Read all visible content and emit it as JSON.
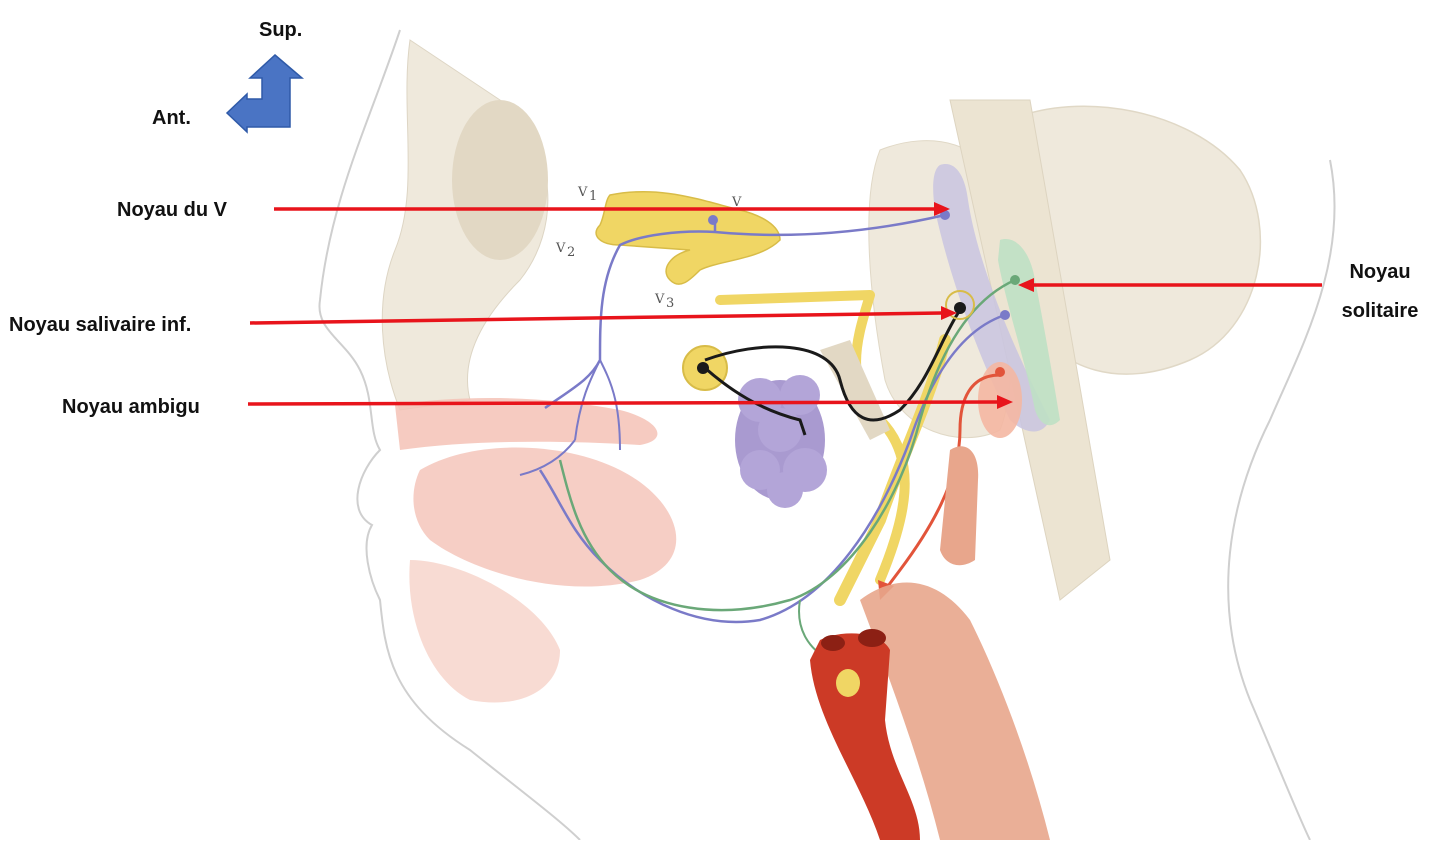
{
  "orientation": {
    "superior_label": "Sup.",
    "anterior_label": "Ant.",
    "arrow_color": "#4a74c4"
  },
  "structure_labels": {
    "v1": "V",
    "v1_sub": "1",
    "v2": "V",
    "v2_sub": "2",
    "v3": "V",
    "v3_sub": "3",
    "ganglion": "V"
  },
  "labels": {
    "noyau_v": "Noyau du V",
    "noyau_salivaire": "Noyau salivaire inf.",
    "noyau_ambigu": "Noyau ambigu",
    "noyau_solitaire_line1": "Noyau",
    "noyau_solitaire_line2": "solitaire"
  },
  "colors": {
    "pointer_arrow": "#e8141b",
    "nerve_sensory": "#7a7ac8",
    "nerve_taste": "#6aa878",
    "nerve_parasympathetic": "#1a1a1a",
    "nerve_motor": "#e2543a",
    "nerve_trunk": "#f0d664",
    "bone": "#efe9dc",
    "soft_tissue": "#f4c2b6",
    "gland": "#a99ad0",
    "artery": "#cc3a26",
    "muscle": "#e8a68c"
  }
}
